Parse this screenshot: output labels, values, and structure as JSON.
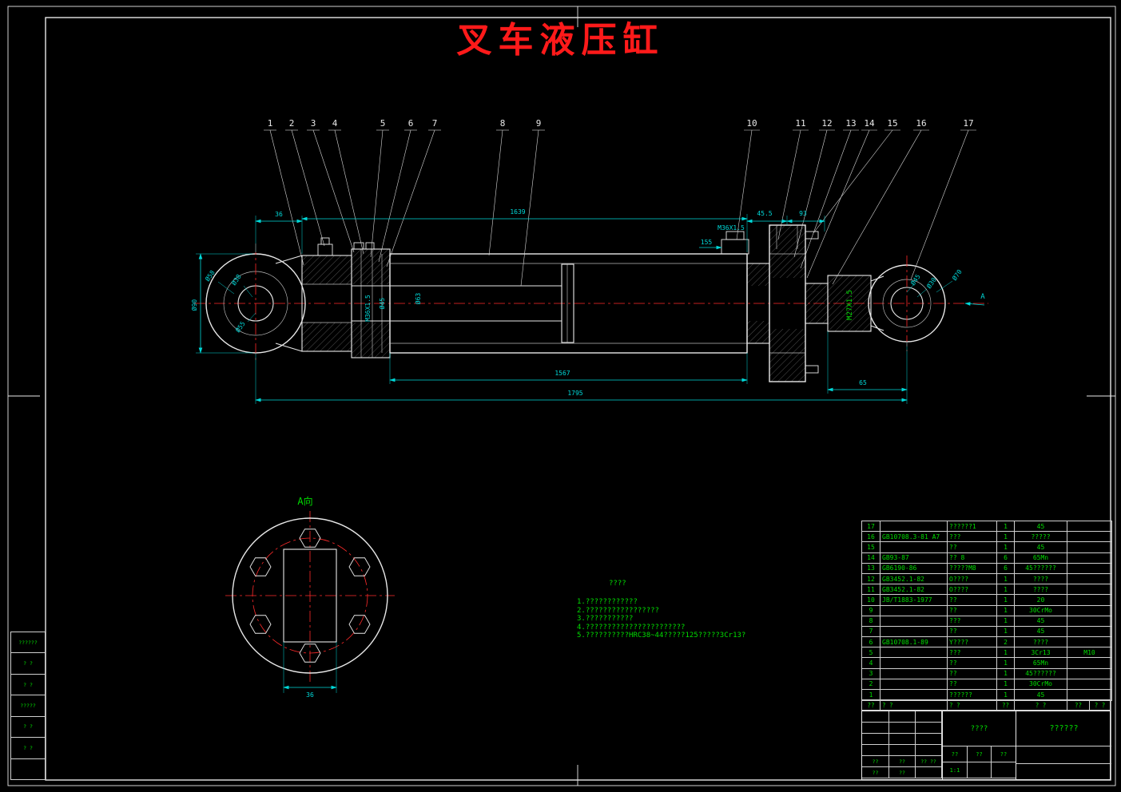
{
  "title": "叉车液压缸",
  "view_label": "A向",
  "section_label": "A",
  "colors": {
    "background": "#000000",
    "outline": "#e8e8e8",
    "dimension": "#00d9d9",
    "centerline": "#ff2a2a",
    "annotation": "#00dd00",
    "title": "#ff1a1a"
  },
  "callouts": [
    "1",
    "2",
    "3",
    "4",
    "5",
    "6",
    "7",
    "8",
    "9",
    "10",
    "11",
    "12",
    "13",
    "14",
    "15",
    "16",
    "17"
  ],
  "dimensions": {
    "len_36_top": "36",
    "len_1639": "1639",
    "len_45_5": "45.5",
    "len_93": "93",
    "thread_port": "M36X1.5",
    "len_155": "155",
    "dia_90": "Ø90",
    "dia_58": "Ø58",
    "dia_38": "Ø38",
    "dia_55": "Ø55",
    "thread_gland": "M36X1.5",
    "dia_45_bore": "Ø45",
    "dia_63": "Ø63",
    "len_1567": "1567",
    "len_1795": "1795",
    "len_65": "65",
    "dia_45_eye": "Ø45",
    "dia_30": "Ø30",
    "dia_70": "Ø70",
    "thread_m27": "M27X1.5",
    "len_36_view": "36"
  },
  "notes": {
    "title": "????",
    "lines": [
      "1.????????????",
      "2.?????????????????",
      "3.???????????",
      "4.???????????????????????",
      "5.??????????HRC38~44?????125?????3Cr13?"
    ]
  },
  "bom": {
    "header": [
      "??",
      "? ?",
      "? ?",
      "??",
      "? ?",
      "??",
      "? ?"
    ],
    "rows": [
      [
        "17",
        "",
        "??????1",
        "1",
        "45",
        ""
      ],
      [
        "16",
        "GB10708.3-81 A7",
        "???",
        "1",
        "?????",
        ""
      ],
      [
        "15",
        "",
        "??",
        "1",
        "45",
        ""
      ],
      [
        "14",
        "GB93-87",
        "?? 8",
        "6",
        "65Mn",
        ""
      ],
      [
        "13",
        "GB6190-86",
        "?????M8",
        "6",
        "45??????",
        ""
      ],
      [
        "12",
        "GB3452.1-82",
        "O????",
        "1",
        "????",
        ""
      ],
      [
        "11",
        "GB3452.1-82",
        "O????",
        "1",
        "????",
        ""
      ],
      [
        "10",
        "JB/T1883-1977",
        "??",
        "1",
        "20",
        ""
      ],
      [
        "9",
        "",
        "??",
        "1",
        "30CrMo",
        ""
      ],
      [
        "8",
        "",
        "???",
        "1",
        "45",
        ""
      ],
      [
        "7",
        "",
        "??",
        "1",
        "45",
        ""
      ],
      [
        "6",
        "GB10708.1-89",
        "Y????",
        "2",
        "????",
        ""
      ],
      [
        "5",
        "",
        "???",
        "1",
        "3Cr13",
        "M10"
      ],
      [
        "4",
        "",
        "??",
        "1",
        "65Mn",
        ""
      ],
      [
        "3",
        "",
        "??",
        "1",
        "45??????",
        ""
      ],
      [
        "2",
        "",
        "??",
        "1",
        "30CrMo",
        ""
      ],
      [
        "1",
        "",
        "??????",
        "1",
        "45",
        ""
      ]
    ]
  },
  "title_block": {
    "drawing_name": "??????",
    "center_label": "????",
    "mid_cells": [
      "??",
      "??",
      "??",
      "1:1",
      "",
      ""
    ],
    "sig_cells": [
      "",
      "",
      "",
      "",
      "",
      "",
      "",
      "",
      "",
      "",
      "",
      "",
      "??",
      "??",
      "?? ??",
      "??",
      "??",
      ""
    ]
  },
  "margin_labels": [
    "??????",
    "? ?",
    "? ?",
    "?????",
    "? ?",
    "? ?",
    ""
  ]
}
